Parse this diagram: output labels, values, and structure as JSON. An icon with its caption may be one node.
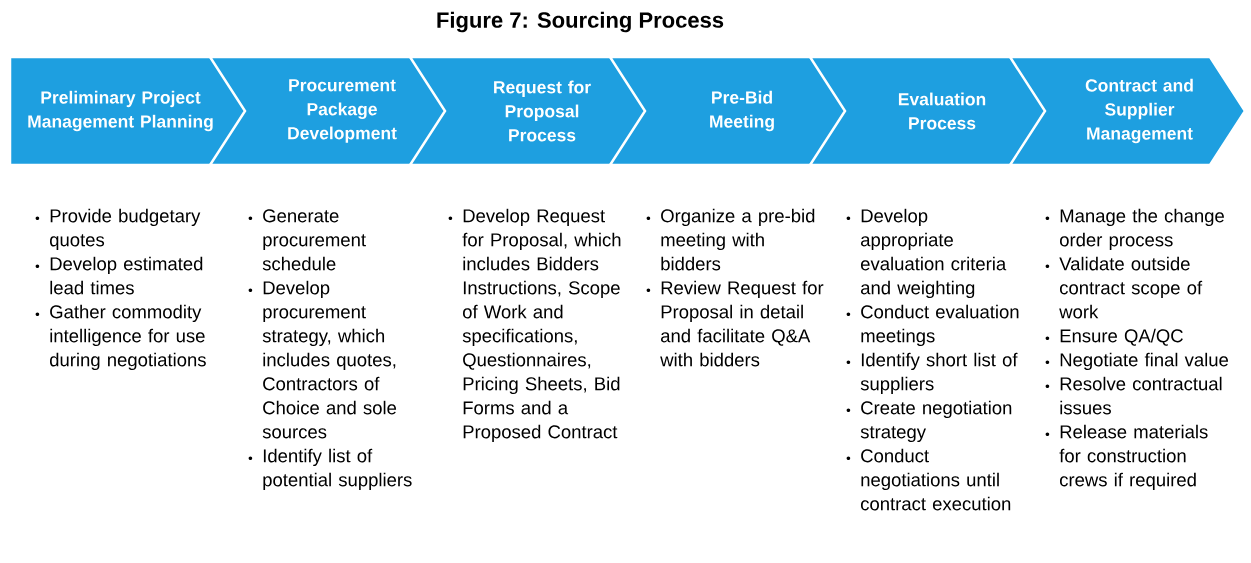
{
  "diagram": {
    "title": "Figure 7: Sourcing Process",
    "nodes": [
      {
        "text": [
          "Preliminary Project Management Planning"
        ],
        "beside": [
          "Provide budgetary quotes",
          "Develop estimated lead times",
          "Gather commodity intelligence for use during negotiations"
        ]
      },
      {
        "text": [
          "Procurement Package Development"
        ],
        "beside": [
          "Generate procurement schedule",
          "Develop procurement strategy, which includes quotes, Contractors of Choice and sole sources",
          "Identify list of potential suppliers"
        ]
      },
      {
        "text": [
          "Request for Proposal Process"
        ],
        "beside": [
          "Develop Request for Proposal, which includes Bidders Instructions, Scope of Work and specifications, Questionnaires, Pricing Sheets, Bid Forms and a Proposed Contract"
        ]
      },
      {
        "text": [
          "Pre-Bid Meeting"
        ],
        "beside": [
          "Organize a pre-bid meeting with bidders",
          "Review Request for Proposal in detail and facilitate Q&A with bidders"
        ]
      },
      {
        "text": [
          "Evaluation Process"
        ],
        "beside": [
          "Develop appropriate evaluation criteria and weighting",
          "Conduct evaluation meetings",
          "Identify short list of suppliers",
          "Create negotiation strategy",
          "Conduct negotiations until contract execution"
        ]
      },
      {
        "text": [
          "Contract and Supplier Management"
        ],
        "beside": [
          "Manage the change order process",
          "Validate outside contract scope of work",
          "Ensure QA/QC",
          "Negotiate final value",
          "Resolve contractual issues",
          "Release materials for construction crews if required"
        ]
      }
    ]
  }
}
